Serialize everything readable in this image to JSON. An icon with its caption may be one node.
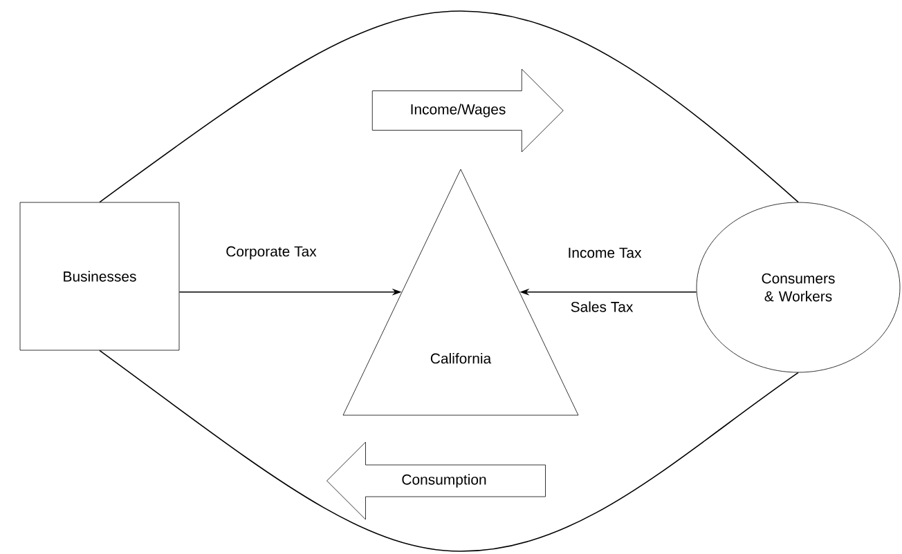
{
  "diagram": {
    "nodes": [
      {
        "text": [
          "Businesses"
        ]
      },
      {
        "text": [
          "California"
        ]
      },
      {
        "text": [
          "Consumers & Workers"
        ]
      },
      {
        "text": [
          "Income/Wages"
        ]
      },
      {
        "text": [
          "Consumption"
        ]
      }
    ],
    "edges": [
      {
        "from": 0,
        "to": 1,
        "arrow": "to",
        "label": "Corporate Tax"
      },
      {
        "from": 2,
        "to": 1,
        "arrow": "to",
        "label": "Income Tax"
      },
      {
        "from": 0,
        "to": 2,
        "arrow": "none"
      },
      {
        "from": 0,
        "to": 2,
        "arrow": "none"
      }
    ],
    "labels": [
      "Sales Tax"
    ]
  }
}
